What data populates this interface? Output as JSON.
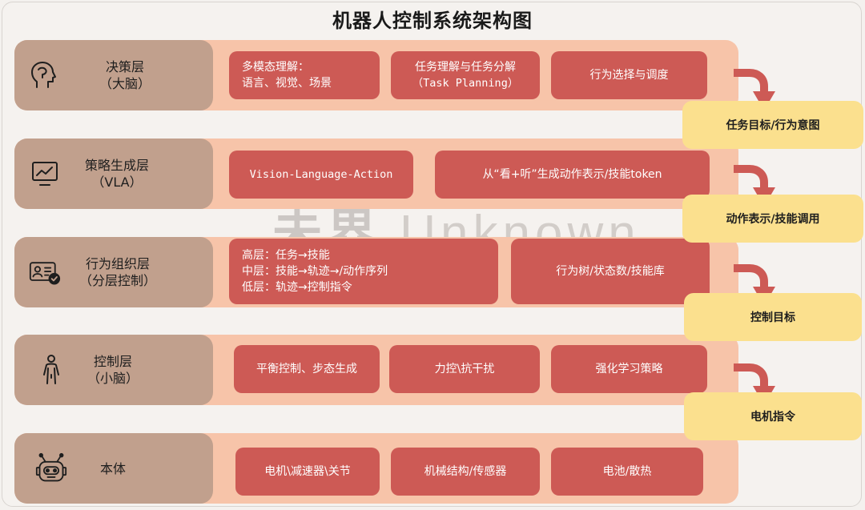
{
  "title": "机器人控制系统架构图",
  "watermark": {
    "cn": "未界",
    "en": "Unknown"
  },
  "layers": [
    {
      "name": "决策层",
      "sub": "（大脑）",
      "icon": "head-icon",
      "items": [
        {
          "line1": "多模态理解：",
          "line2": "语言、视觉、场景"
        },
        {
          "line1": "任务理解与任务分解",
          "line2": "（Task Planning）"
        },
        {
          "line1": "行为选择与调度"
        }
      ]
    },
    {
      "name": "策略生成层",
      "sub": "（VLA）",
      "icon": "monitor-chart-icon",
      "items": [
        {
          "line1": "Vision-Language-Action"
        },
        {
          "line1": "从“看+听”生成动作表示/技能token"
        }
      ]
    },
    {
      "name": "行为组织层",
      "sub": "（分层控制）",
      "icon": "id-card-check-icon",
      "items": [
        {
          "line1": "高层：任务→技能",
          "line2": "中层：技能→轨迹→/动作序列",
          "line3": "低层：轨迹→控制指令"
        },
        {
          "line1": "行为树/状态数/技能库"
        }
      ]
    },
    {
      "name": "控制层",
      "sub": "（小脑）",
      "icon": "person-icon",
      "items": [
        {
          "line1": "平衡控制、步态生成"
        },
        {
          "line1": "力控\\抗干扰"
        },
        {
          "line1": "强化学习策略"
        }
      ]
    },
    {
      "name": "本体",
      "icon": "robot-icon",
      "items": [
        {
          "line1": "电机\\减速器\\关节"
        },
        {
          "line1": "机械结构/传感器"
        },
        {
          "line1": "电池/散热"
        }
      ]
    }
  ],
  "outputs": [
    "任务目标/行为意图",
    "动作表示/技能调用",
    "控制目标",
    "电机指令"
  ],
  "colors": {
    "band": "#f7c4a9",
    "label": "#c1a08d",
    "item": "#cd5a55",
    "output": "#fbe08e",
    "arrow": "#cd5a55"
  }
}
